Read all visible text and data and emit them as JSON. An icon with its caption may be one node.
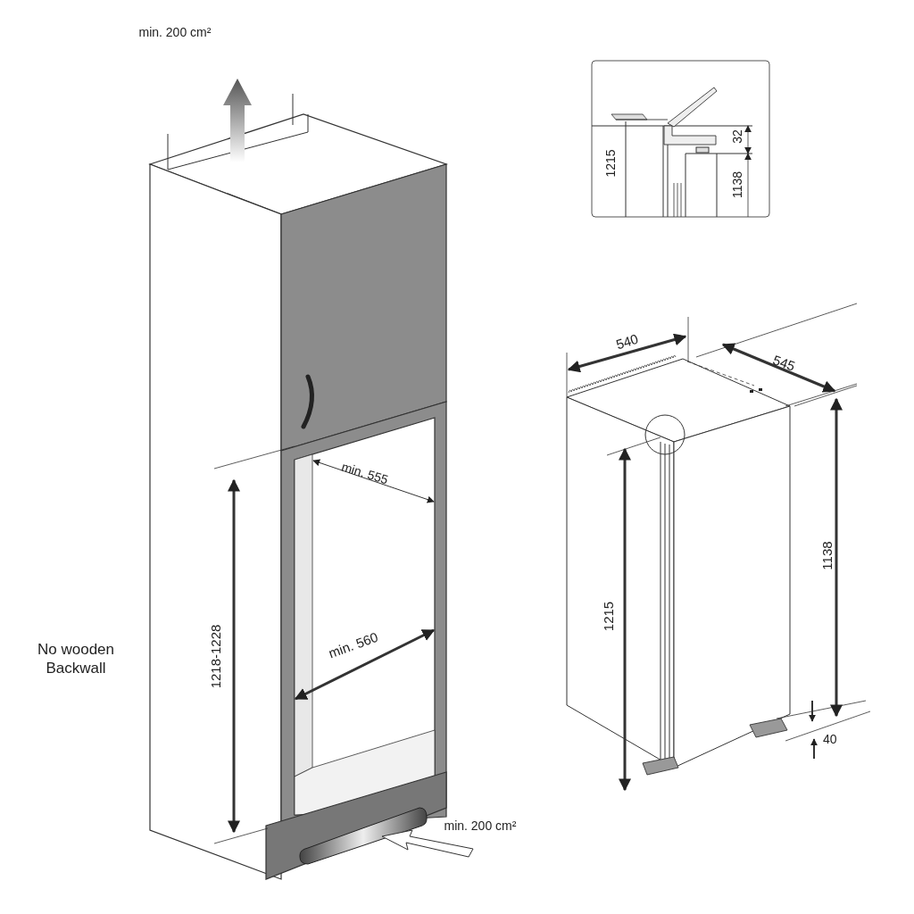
{
  "diagram": {
    "labels": [
      "min. 200 cm²",
      "1215",
      "32",
      "1138",
      "540",
      "545",
      "min. 555",
      "No wooden Backwall",
      "1218-1228",
      "min. 560",
      "1215",
      "1138",
      "40",
      "min. 200 cm²"
    ]
  }
}
